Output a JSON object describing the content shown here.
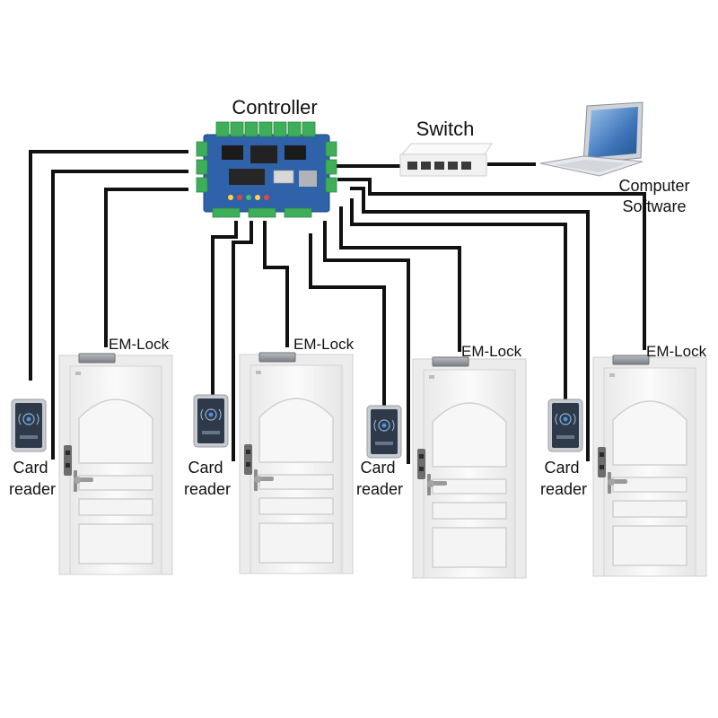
{
  "labels": {
    "controller": "Controller",
    "switch": "Switch",
    "computer_line1": "Computer",
    "computer_line2": "Software",
    "em_lock": "EM-Lock",
    "card_line1": "Card",
    "card_line2": "reader"
  },
  "doors": [
    {
      "em_lock": "EM-Lock",
      "card_line1": "Card",
      "card_line2": "reader"
    },
    {
      "em_lock": "EM-Lock",
      "card_line1": "Card",
      "card_line2": "reader"
    },
    {
      "em_lock": "EM-Lock",
      "card_line1": "Card",
      "card_line2": "reader"
    },
    {
      "em_lock": "EM-Lock",
      "card_line1": "Card",
      "card_line2": "reader"
    }
  ],
  "colors": {
    "wire": "#111111",
    "board": "#2f62a8",
    "terminal": "#3fae5a",
    "switch_body": "#f3f3f3",
    "door": "#f5f5f5",
    "laptop_screen": "#4a7fc0",
    "reader_panel": "#2e3a4a"
  },
  "icons": [
    "controller-board-icon",
    "network-switch-icon",
    "laptop-icon",
    "door-icon",
    "em-lock-icon",
    "card-reader-icon"
  ]
}
